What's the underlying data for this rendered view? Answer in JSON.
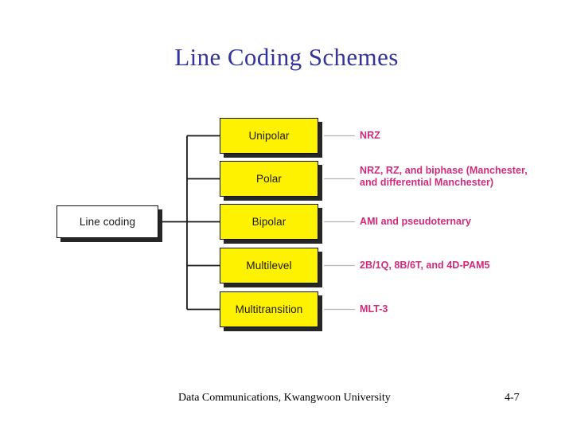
{
  "slide": {
    "title": "Line Coding Schemes",
    "title_color": "#333399",
    "background": "#ffffff"
  },
  "diagram": {
    "type": "tree",
    "root": {
      "label": "Line coding",
      "fill": "#ffffff",
      "border": "#111111"
    },
    "branch_fill": "#FFF200",
    "leaf_text_color": "#D1297B",
    "branches": [
      {
        "label": "Unipolar",
        "leaf_line1": "NRZ",
        "leaf_line2": ""
      },
      {
        "label": "Polar",
        "leaf_line1": "NRZ, RZ, and biphase (Manchester,",
        "leaf_line2": "and differential Manchester)"
      },
      {
        "label": "Bipolar",
        "leaf_line1": "AMI and pseudoternary",
        "leaf_line2": ""
      },
      {
        "label": "Multilevel",
        "leaf_line1": "2B/1Q,  8B/6T, and 4D-PAM5",
        "leaf_line2": ""
      },
      {
        "label": "Multitransition",
        "leaf_line1": "MLT-3",
        "leaf_line2": ""
      }
    ]
  },
  "footer": {
    "text": "Data Communications, Kwangwoon University",
    "page": "4-7"
  }
}
